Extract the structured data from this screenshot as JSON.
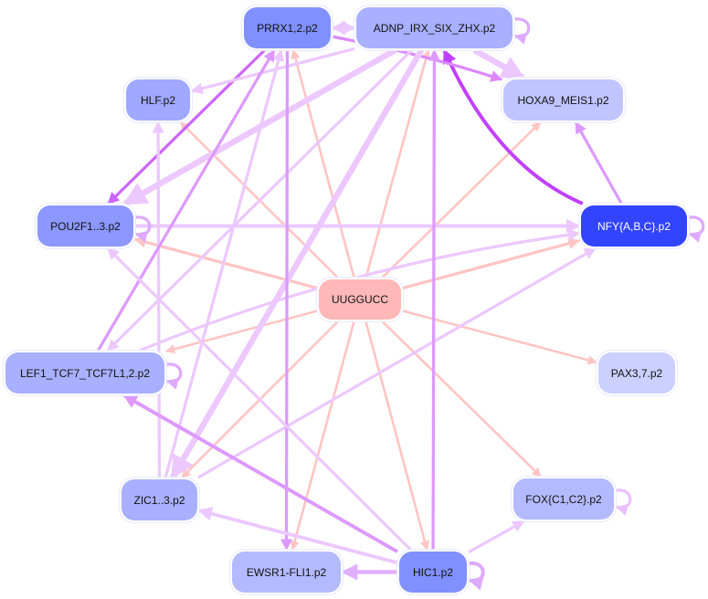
{
  "graph": {
    "nodes": [
      {
        "id": "PRRX1,2.p2",
        "color": "#8090ff",
        "text_color": "#111111"
      },
      {
        "id": "ADNP_IRX_SIX_ZHX.p2",
        "color": "#a8b0ff",
        "text_color": "#111111"
      },
      {
        "id": "HLF.p2",
        "color": "#a0a8ff",
        "text_color": "#111111"
      },
      {
        "id": "HOXA9_MEIS1.p2",
        "color": "#c0c4ff",
        "text_color": "#111111"
      },
      {
        "id": "POU2F1..3.p2",
        "color": "#8c98ff",
        "text_color": "#111111"
      },
      {
        "id": "NFY{A,B,C}.p2",
        "color": "#3344ff",
        "text_color": "#ffffff"
      },
      {
        "id": "UUGGUCC",
        "color": "#ffb8b8",
        "text_color": "#111111"
      },
      {
        "id": "LEF1_TCF7_TCF7L1,2.p2",
        "color": "#a8b0ff",
        "text_color": "#111111"
      },
      {
        "id": "PAX3,7.p2",
        "color": "#ccd0ff",
        "text_color": "#111111"
      },
      {
        "id": "ZIC1..3.p2",
        "color": "#a8b0ff",
        "text_color": "#111111"
      },
      {
        "id": "FOX{C1,C2}.p2",
        "color": "#b4baff",
        "text_color": "#111111"
      },
      {
        "id": "EWSR1-FLI1.p2",
        "color": "#b4baff",
        "text_color": "#111111"
      },
      {
        "id": "HIC1.p2",
        "color": "#8090ff",
        "text_color": "#111111"
      }
    ],
    "edges": [
      {
        "source": "UUGGUCC",
        "target": "HLF.p2",
        "color": "#ffc4c4",
        "weight": 2
      },
      {
        "source": "UUGGUCC",
        "target": "PRRX1,2.p2",
        "color": "#ffc4c4",
        "weight": 2
      },
      {
        "source": "UUGGUCC",
        "target": "ADNP_IRX_SIX_ZHX.p2",
        "color": "#ffc4c4",
        "weight": 2
      },
      {
        "source": "UUGGUCC",
        "target": "HOXA9_MEIS1.p2",
        "color": "#ffc4c4",
        "weight": 2
      },
      {
        "source": "UUGGUCC",
        "target": "NFY{A,B,C}.p2",
        "color": "#ffc4c4",
        "weight": 2.5
      },
      {
        "source": "UUGGUCC",
        "target": "POU2F1..3.p2",
        "color": "#ffc4c4",
        "weight": 2.5
      },
      {
        "source": "UUGGUCC",
        "target": "LEF1_TCF7_TCF7L1,2.p2",
        "color": "#ffc4c4",
        "weight": 2
      },
      {
        "source": "UUGGUCC",
        "target": "PAX3,7.p2",
        "color": "#ffc4c4",
        "weight": 2
      },
      {
        "source": "UUGGUCC",
        "target": "ZIC1..3.p2",
        "color": "#ffc4c4",
        "weight": 2
      },
      {
        "source": "UUGGUCC",
        "target": "EWSR1-FLI1.p2",
        "color": "#ffc4c4",
        "weight": 2
      },
      {
        "source": "UUGGUCC",
        "target": "HIC1.p2",
        "color": "#ffc4c4",
        "weight": 2
      },
      {
        "source": "UUGGUCC",
        "target": "FOX{C1,C2}.p2",
        "color": "#ffc4c4",
        "weight": 2
      },
      {
        "source": "PRRX1,2.p2",
        "target": "POU2F1..3.p2",
        "color": "#cc66ff",
        "weight": 2.5
      },
      {
        "source": "NFY{A,B,C}.p2",
        "target": "ADNP_IRX_SIX_ZHX.p2",
        "color": "#c040ff",
        "weight": 3,
        "curve": -60
      },
      {
        "source": "PRRX1,2.p2",
        "target": "HOXA9_MEIS1.p2",
        "color": "#dd88ff",
        "weight": 2.5,
        "curve": -10
      },
      {
        "source": "PRRX1,2.p2",
        "target": "ADNP_IRX_SIX_ZHX.p2",
        "color": "#ecc8ff",
        "weight": 3
      },
      {
        "source": "ADNP_IRX_SIX_ZHX.p2",
        "target": "PRRX1,2.p2",
        "color": "#ecc8ff",
        "weight": 3
      },
      {
        "source": "ADNP_IRX_SIX_ZHX.p2",
        "target": "HLF.p2",
        "color": "#ecc8ff",
        "weight": 2.5
      },
      {
        "source": "ADNP_IRX_SIX_ZHX.p2",
        "target": "POU2F1..3.p2",
        "color": "#ecc8ff",
        "weight": 5
      },
      {
        "source": "ADNP_IRX_SIX_ZHX.p2",
        "target": "HOXA9_MEIS1.p2",
        "color": "#ecc8ff",
        "weight": 5
      },
      {
        "source": "ADNP_IRX_SIX_ZHX.p2",
        "target": "ZIC1..3.p2",
        "color": "#ecc8ff",
        "weight": 5
      },
      {
        "source": "ADNP_IRX_SIX_ZHX.p2",
        "target": "LEF1_TCF7_TCF7L1,2.p2",
        "color": "#ecc8ff",
        "weight": 2.5
      },
      {
        "source": "NFY{A,B,C}.p2",
        "target": "HOXA9_MEIS1.p2",
        "color": "#dd99ff",
        "weight": 2.5
      },
      {
        "source": "POU2F1..3.p2",
        "target": "NFY{A,B,C}.p2",
        "color": "#ecc8ff",
        "weight": 3
      },
      {
        "source": "LEF1_TCF7_TCF7L1,2.p2",
        "target": "NFY{A,B,C}.p2",
        "color": "#ecc8ff",
        "weight": 2.5,
        "curve": -40
      },
      {
        "source": "ZIC1..3.p2",
        "target": "NFY{A,B,C}.p2",
        "color": "#ecc8ff",
        "weight": 2.5
      },
      {
        "source": "ZIC1..3.p2",
        "target": "HLF.p2",
        "color": "#ecc8ff",
        "weight": 2.5
      },
      {
        "source": "ZIC1..3.p2",
        "target": "PRRX1,2.p2",
        "color": "#ecc8ff",
        "weight": 2.5
      },
      {
        "source": "LEF1_TCF7_TCF7L1,2.p2",
        "target": "PRRX1,2.p2",
        "color": "#dd99ff",
        "weight": 2.5
      },
      {
        "source": "HIC1.p2",
        "target": "ADNP_IRX_SIX_ZHX.p2",
        "color": "#dd99ff",
        "weight": 2.5
      },
      {
        "source": "PRRX1,2.p2",
        "target": "EWSR1-FLI1.p2",
        "color": "#dd99ff",
        "weight": 2.5
      },
      {
        "source": "HIC1.p2",
        "target": "POU2F1..3.p2",
        "color": "#ecc8ff",
        "weight": 2.5
      },
      {
        "source": "HIC1.p2",
        "target": "LEF1_TCF7_TCF7L1,2.p2",
        "color": "#dd99ff",
        "weight": 3
      },
      {
        "source": "HIC1.p2",
        "target": "ZIC1..3.p2",
        "color": "#ecc8ff",
        "weight": 3
      },
      {
        "source": "HIC1.p2",
        "target": "EWSR1-FLI1.p2",
        "color": "#e0b0ff",
        "weight": 3.5
      },
      {
        "source": "HIC1.p2",
        "target": "FOX{C1,C2}.p2",
        "color": "#ecc8ff",
        "weight": 2.5
      },
      {
        "source": "ADNP_IRX_SIX_ZHX.p2",
        "target": "ADNP_IRX_SIX_ZHX.p2",
        "color": "#ddaaff",
        "weight": 2.5
      },
      {
        "source": "POU2F1..3.p2",
        "target": "POU2F1..3.p2",
        "color": "#ddaaff",
        "weight": 2.5
      },
      {
        "source": "NFY{A,B,C}.p2",
        "target": "NFY{A,B,C}.p2",
        "color": "#ddaaff",
        "weight": 2.5
      },
      {
        "source": "LEF1_TCF7_TCF7L1,2.p2",
        "target": "LEF1_TCF7_TCF7L1,2.p2",
        "color": "#ddaaff",
        "weight": 2.5
      },
      {
        "source": "FOX{C1,C2}.p2",
        "target": "FOX{C1,C2}.p2",
        "color": "#e8c0ff",
        "weight": 2.5
      },
      {
        "source": "HIC1.p2",
        "target": "HIC1.p2",
        "color": "#ddaaff",
        "weight": 3
      }
    ]
  }
}
